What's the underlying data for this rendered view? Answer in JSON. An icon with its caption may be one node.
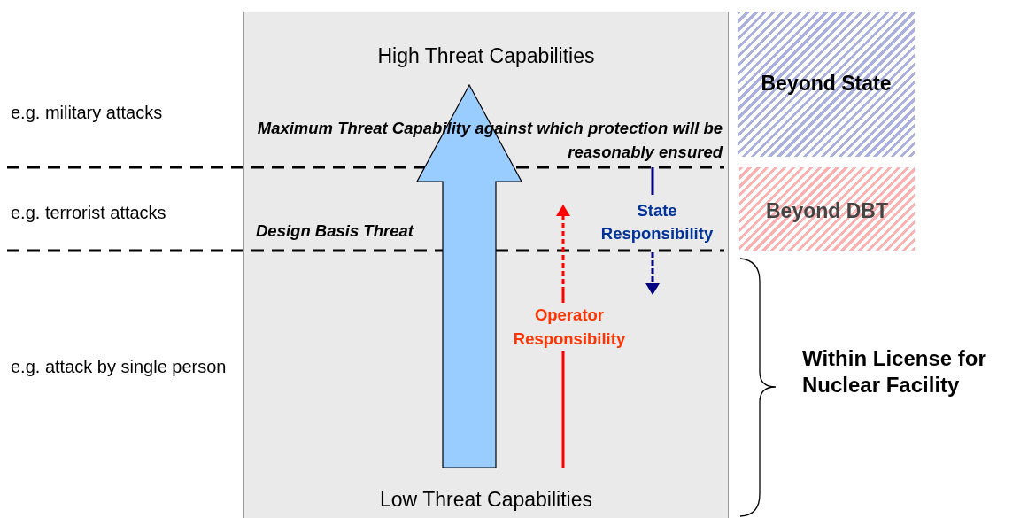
{
  "diagram": {
    "nodes": [
      {
        "text": [
          "High Threat Capabilities",
          "Low Threat Capabilities"
        ]
      },
      {
        "text": [
          "Beyond State"
        ]
      },
      {
        "text": [
          "Beyond DBT"
        ]
      }
    ],
    "labels": [
      "e.g. military attacks",
      "Maximum Threat Capability against which protection will be reasonably ensured",
      "e.g. terrorist attacks",
      "Design Basis Threat",
      "State Responsibility",
      "Operator Responsibility",
      "e.g. attack by single person",
      "Within License for Nuclear Facility"
    ]
  }
}
